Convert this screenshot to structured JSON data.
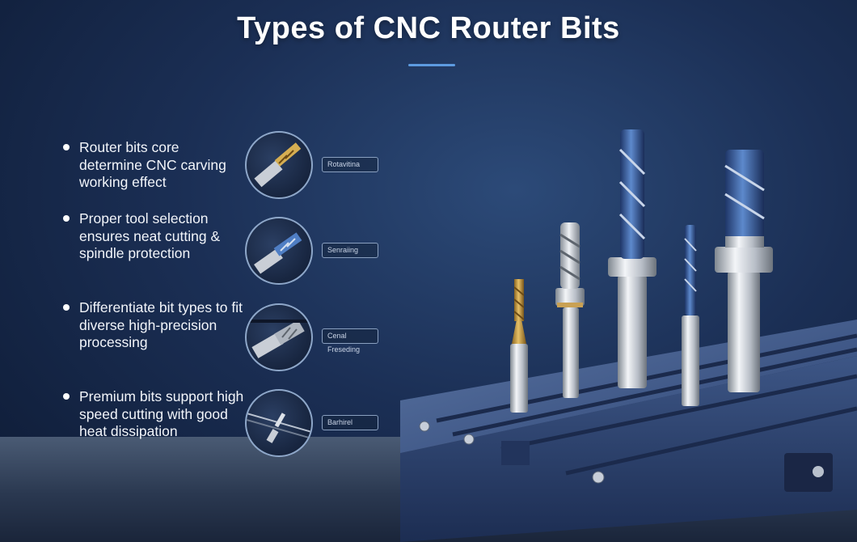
{
  "page": {
    "title": "Types of CNC Router Bits",
    "accent_color": "#5d9be0"
  },
  "bullets": [
    {
      "text": "Router bits core determine CNC carving working effect",
      "icon": "drill-bit-gold-icon",
      "tag": "Rotavitina"
    },
    {
      "text": "Proper tool selection ensures neat cutting & spindle protection",
      "icon": "drill-bit-blue-icon",
      "tag": "Senraiing"
    },
    {
      "text": "Differentiate bit types to fit diverse high-precision processing",
      "icon": "end-mill-icon",
      "tag": "Cenal Freseding"
    },
    {
      "text": "Premium bits support high speed cutting with good heat dissipation",
      "icon": "thin-bit-icon",
      "tag": "Barhirel"
    }
  ],
  "bits": [
    {
      "kind": "gold-tip-bit",
      "color": "#c49a3a"
    },
    {
      "kind": "silver-twist-bit",
      "color": "#c9ced6"
    },
    {
      "kind": "blue-spiral-bit",
      "color": "#3c66a8"
    },
    {
      "kind": "thin-blue-bit",
      "color": "#4a74b2"
    },
    {
      "kind": "large-blue-end-mill",
      "color": "#35579a"
    }
  ]
}
